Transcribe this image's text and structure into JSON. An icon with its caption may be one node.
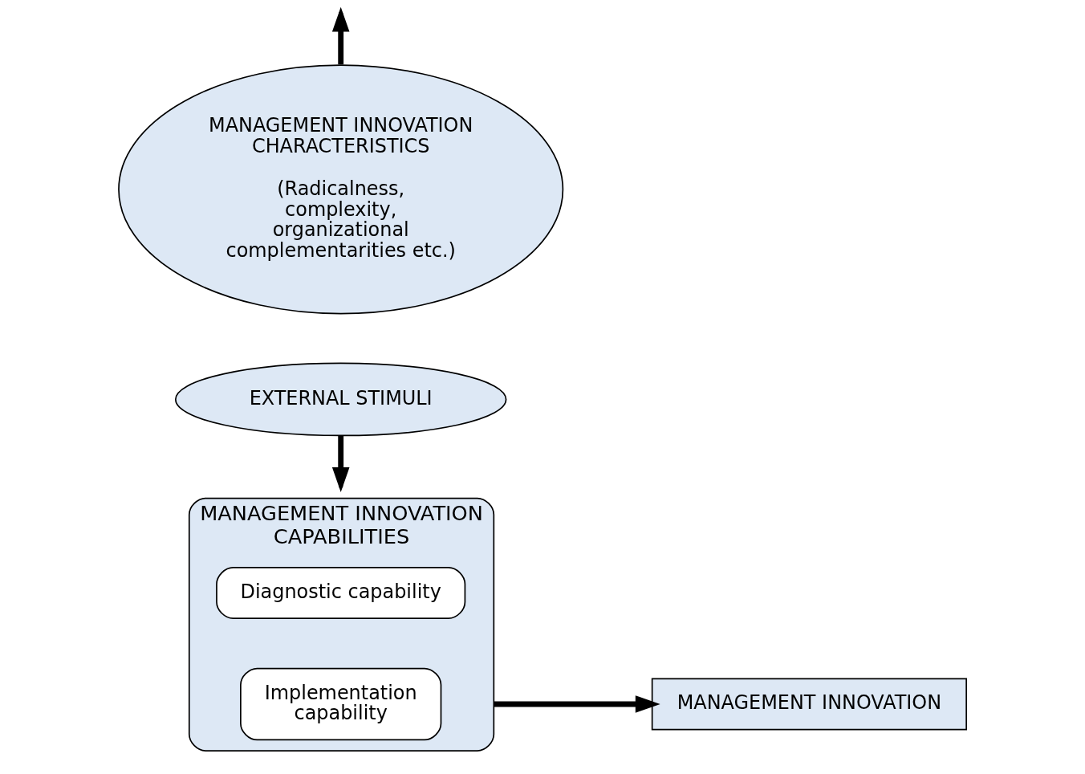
{
  "diagram": {
    "nodes": [
      {
        "text": [
          "MANAGEMENT INNOVATION CAPABILITIES"
        ]
      },
      {
        "text": [
          "Diagnostic capability"
        ],
        "in": 0
      },
      {
        "text": [
          "Implementation capability"
        ],
        "in": 0
      },
      {
        "text": [
          "EXTERNAL STIMULI"
        ]
      },
      {
        "text": [
          "MANAGEMENT INNOVATION"
        ]
      },
      {
        "text": [
          "MANAGEMENT INNOVATION CHARACTERISTICS",
          "(Radicalness, complexity, organizational complementarities etc.)"
        ]
      }
    ],
    "edges": [
      {
        "from": 0,
        "to": 4,
        "arrow": "to"
      },
      {
        "from": 3,
        "to": null,
        "arrow": "to"
      },
      {
        "from": 5,
        "to": null,
        "arrow": "to"
      }
    ]
  }
}
